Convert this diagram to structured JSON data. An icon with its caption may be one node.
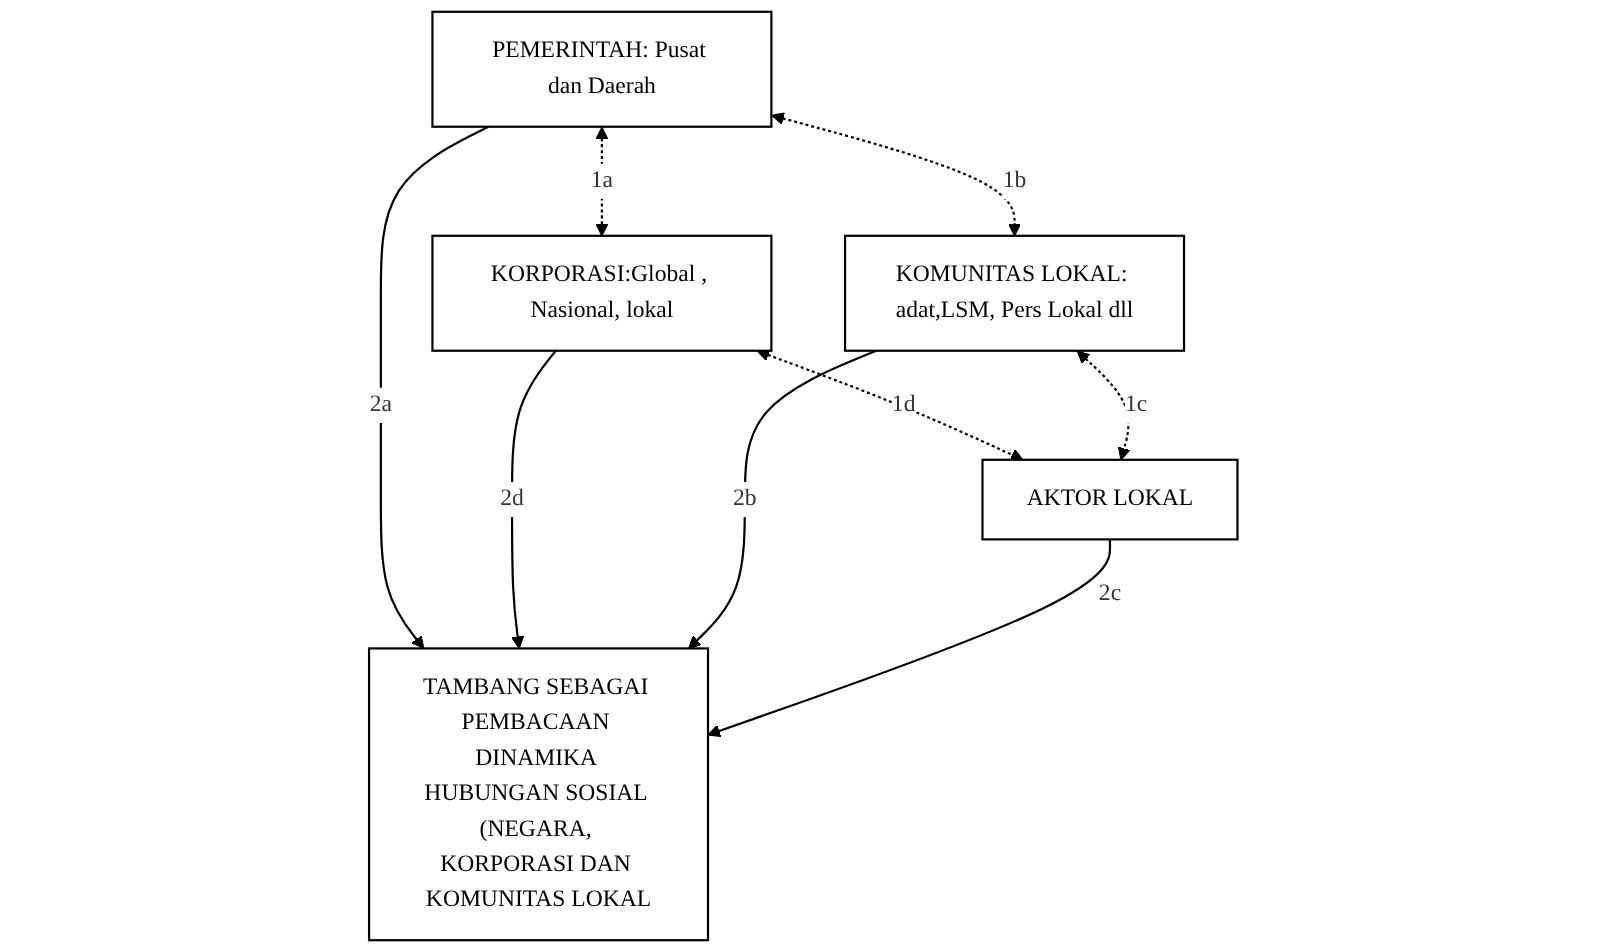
{
  "diagram": {
    "nodes": [
      {
        "text": [
          "PEMERINTAH: Pusat dan Daerah"
        ]
      },
      {
        "text": [
          "KORPORASI:Global , Nasional, lokal"
        ]
      },
      {
        "text": [
          "TAMBANG SEBAGAI PEMBACAAN DINAMIKA HUBUNGAN SOSIAL (NEGARA, KORPORASI DAN KOMUNITAS LOKAL"
        ]
      },
      {
        "text": [
          "AKTOR LOKAL"
        ]
      },
      {
        "text": [
          "KOMUNITAS LOKAL: adat,LSM, Pers Lokal dll"
        ]
      }
    ],
    "edges": [
      {
        "from": 0,
        "to": 1,
        "arrow": "both",
        "label": "1a",
        "style": "dashed"
      },
      {
        "from": 0,
        "to": 2,
        "arrow": "to",
        "label": "2a"
      },
      {
        "from": 1,
        "to": 2,
        "arrow": "to",
        "label": "2d"
      },
      {
        "from": 0,
        "to": 4,
        "arrow": "both",
        "label": "1b",
        "style": "dashed"
      },
      {
        "from": 1,
        "to": 3,
        "arrow": "both",
        "label": "1d",
        "style": "dashed"
      },
      {
        "from": 4,
        "to": 2,
        "arrow": "to",
        "label": "2b"
      },
      {
        "from": 3,
        "to": 2,
        "arrow": "to",
        "label": "2c"
      },
      {
        "from": 4,
        "to": 3,
        "arrow": "both",
        "label": "1c",
        "style": "dashed"
      }
    ]
  }
}
